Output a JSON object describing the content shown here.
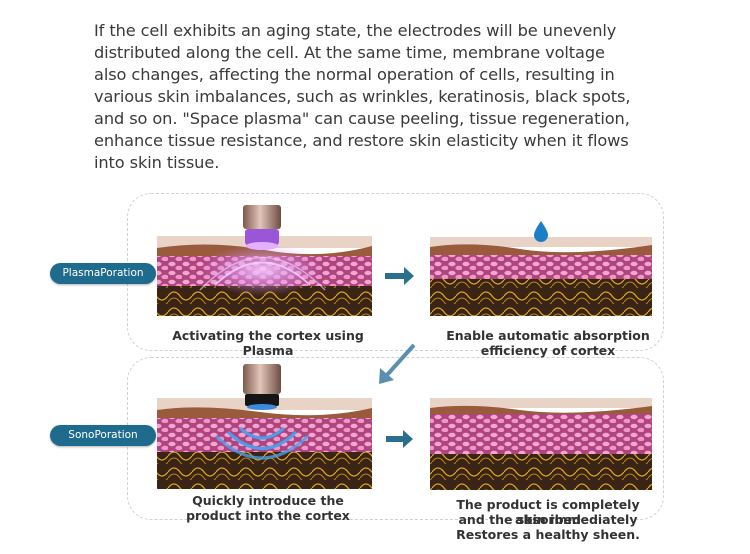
{
  "paragraph": [
    "If the cell exhibits an aging state, the electrodes will be unevenly",
    "distributed along the cell. At the same time, membrane voltage",
    "also changes, affecting the normal operation of cells, resulting in",
    "various skin imbalances, such as wrinkles, keratinosis, black spots,",
    "and so on. \"Space plasma\" can cause peeling, tissue regeneration,",
    "enhance tissue resistance, and restore skin elasticity when it flows",
    "into skin tissue."
  ],
  "labels": {
    "plasma": "PlasmaPoration",
    "sono": "SonoPoration"
  },
  "captions": {
    "top_left": "Activating the cortex using Plasma",
    "top_right_1": "Enable automatic absorption",
    "top_right_2": "efficiency of cortex",
    "bottom_left_1": "Quickly introduce the",
    "bottom_left_2": "product into the cortex",
    "bottom_right_1": "The product is completely absorbed",
    "bottom_right_2": "and the skin immediately",
    "bottom_right_3": "Restores a healthy sheen."
  },
  "colors": {
    "label_bg": "#1f6b8e",
    "arrow": "#2a6f8c",
    "skin_pink": "#e58fc4",
    "skin_brown": "#7a4a2e",
    "fiber": "#d9a520"
  }
}
